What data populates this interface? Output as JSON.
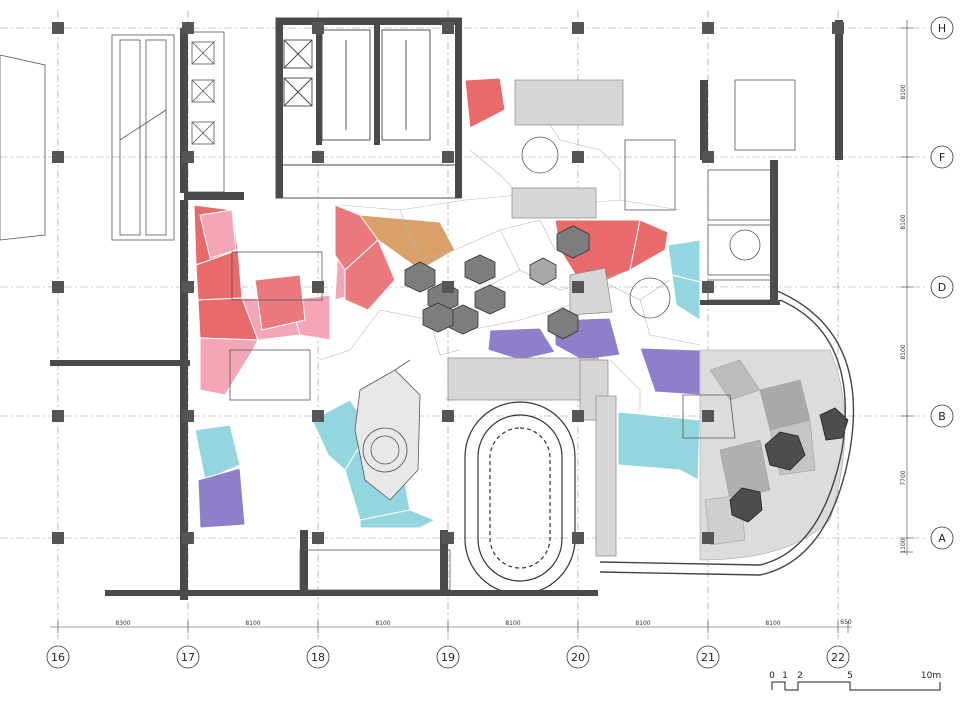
{
  "grid": {
    "columns": [
      "16",
      "17",
      "18",
      "19",
      "20",
      "21",
      "22"
    ],
    "rows": [
      "H",
      "F",
      "D",
      "B",
      "A"
    ]
  },
  "dimensions": {
    "bottom": [
      "8300",
      "8100",
      "8100",
      "8100",
      "8100",
      "8100",
      "8100",
      "650"
    ],
    "right": [
      "8100",
      "8100",
      "8100",
      "7700",
      "1100"
    ]
  },
  "scale_bar": {
    "labels": [
      "0",
      "1",
      "2",
      "5",
      "10m"
    ]
  },
  "colors": {
    "red": "#e86a6a",
    "pink": "#f4a6b8",
    "salmon": "#e9797c",
    "orange": "#d9a06a",
    "cyan": "#93d6e0",
    "purple": "#8f7ec9",
    "wall": "#4a4a4a",
    "column": "#555555",
    "gray_block": "#d6d6d6"
  }
}
